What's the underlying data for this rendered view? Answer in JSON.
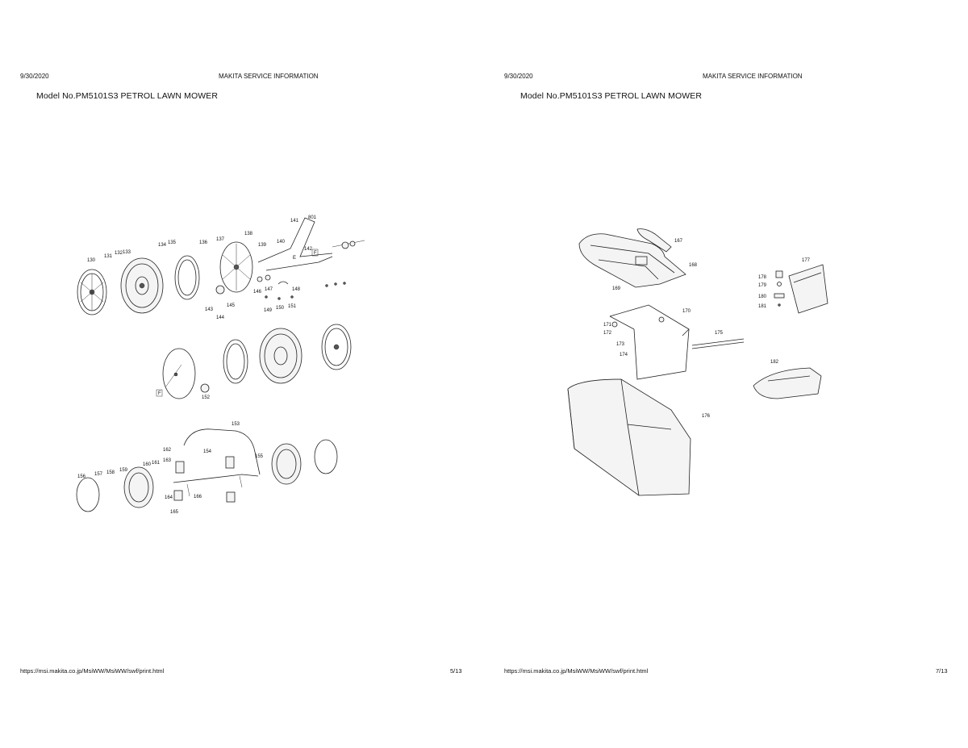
{
  "pages": [
    {
      "date": "9/30/2020",
      "header": "MAKITA SERVICE INFORMATION",
      "model": "Model No.PM5101S3 PETROL LAWN MOWER",
      "url": "https://msi.makita.co.jp/MsiWW/MsiWW/swf/print.html",
      "page_number": "5/13",
      "part_labels": [
        "130",
        "131",
        "132",
        "133",
        "134",
        "135",
        "136",
        "137",
        "138",
        "139",
        "140",
        "141",
        "801",
        "142",
        "143",
        "144",
        "145",
        "146",
        "147",
        "148",
        "149",
        "150",
        "151",
        "152",
        "153",
        "154",
        "155",
        "156",
        "157",
        "158",
        "159",
        "160",
        "161",
        "162",
        "163",
        "164",
        "165",
        "166"
      ],
      "markers": [
        "E",
        "F",
        "F"
      ]
    },
    {
      "date": "9/30/2020",
      "header": "MAKITA SERVICE INFORMATION",
      "model": "Model No.PM5101S3 PETROL LAWN MOWER",
      "url": "https://msi.makita.co.jp/MsiWW/MsiWW/swf/print.html",
      "page_number": "7/13",
      "part_labels": [
        "167",
        "168",
        "169",
        "170",
        "171",
        "172",
        "173",
        "174",
        "175",
        "176",
        "177",
        "178",
        "179",
        "180",
        "181",
        "182"
      ]
    }
  ]
}
